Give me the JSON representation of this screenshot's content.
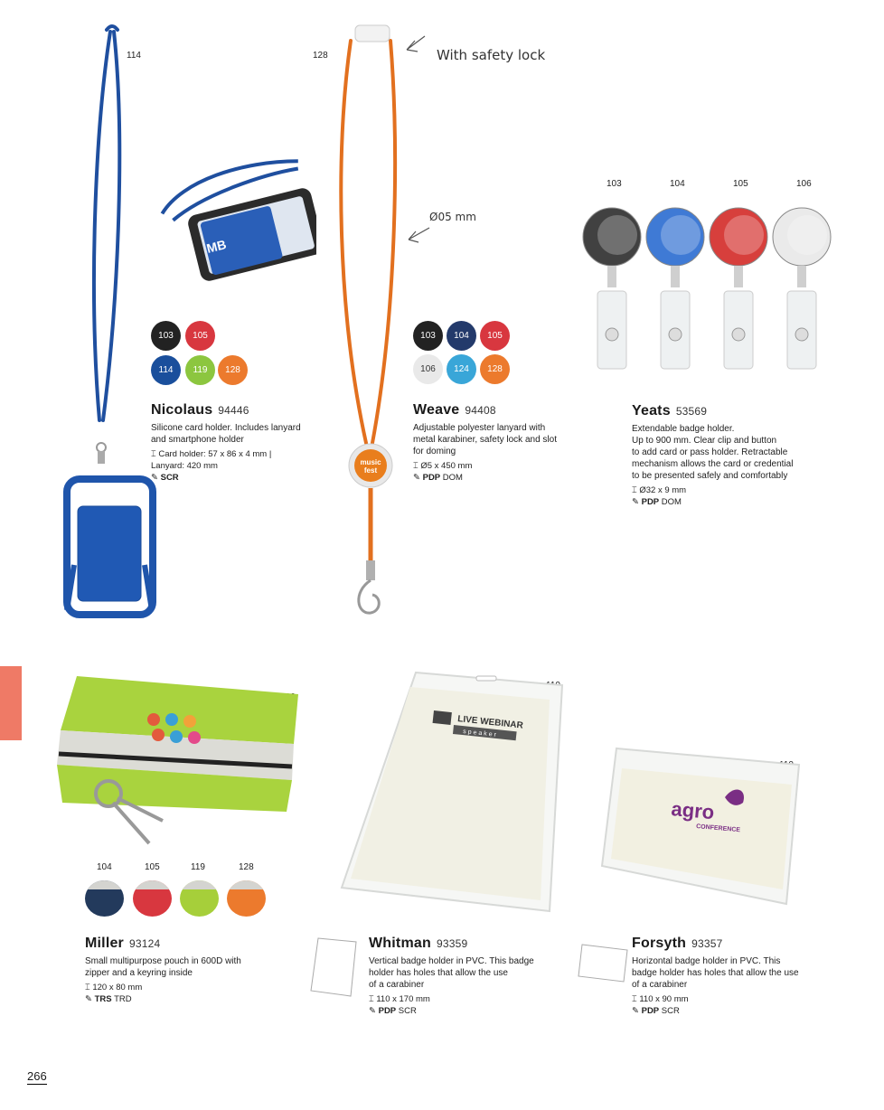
{
  "page_number": "266",
  "callouts": {
    "safety_lock": "With safety lock",
    "diameter": "Ø05 mm"
  },
  "products": {
    "nicolaus": {
      "image_code": "114",
      "phone_text": "MB",
      "name": "Nicolaus",
      "ref": "94446",
      "desc": [
        "Silicone card holder. Includes lanyard",
        "and smartphone holder"
      ],
      "size": [
        "Card holder: 57 x 86 x 4 mm |",
        "Lanyard: 420 mm"
      ],
      "print": "SCR",
      "print_extra": "",
      "swatches": [
        {
          "code": "103",
          "color": "#222222"
        },
        {
          "code": "105",
          "color": "#d8373f"
        },
        {
          "code": "114",
          "color": "#1a4f9c"
        },
        {
          "code": "119",
          "color": "#8cc63f"
        },
        {
          "code": "128",
          "color": "#ec7a2d"
        }
      ]
    },
    "weave": {
      "image_code": "128",
      "badge_text": [
        "music",
        "fest"
      ],
      "name": "Weave",
      "ref": "94408",
      "desc": [
        "Adjustable polyester lanyard with",
        "metal karabiner, safety lock and slot",
        "for doming"
      ],
      "size": "Ø5 x 450 mm",
      "print": "PDP",
      "print_extra": "DOM",
      "swatches": [
        {
          "code": "103",
          "color": "#222222"
        },
        {
          "code": "104",
          "color": "#233a6b"
        },
        {
          "code": "105",
          "color": "#d8373f"
        },
        {
          "code": "106",
          "color": "#e9e9e9"
        },
        {
          "code": "124",
          "color": "#39a6d8"
        },
        {
          "code": "128",
          "color": "#ec7a2d"
        }
      ]
    },
    "yeats": {
      "codes": [
        "103",
        "104",
        "105",
        "106"
      ],
      "colors": [
        "#2c2c2c",
        "#2a6cd0",
        "#d32a27",
        "#e8e8e8"
      ],
      "name": "Yeats",
      "ref": "53569",
      "desc": [
        "Extendable badge holder.",
        "Up to 900 mm. Clear clip and button",
        "to add card or pass holder. Retractable",
        "mechanism allows the card or credential",
        "to be presented safely and comfortably"
      ],
      "size": "Ø32 x 9 mm",
      "print": "PDP",
      "print_extra": "DOM"
    },
    "miller": {
      "image_code": "119",
      "name": "Miller",
      "ref": "93124",
      "desc": [
        "Small multipurpose pouch in 600D with",
        "zipper and a keyring inside"
      ],
      "size": "120 x 80 mm",
      "print": "TRS",
      "print_extra": "TRD",
      "swatches": [
        {
          "code": "104",
          "color": "#233a5c"
        },
        {
          "code": "105",
          "color": "#d8373f"
        },
        {
          "code": "119",
          "color": "#a6cf3a"
        },
        {
          "code": "128",
          "color": "#ec7a2d"
        }
      ]
    },
    "whitman": {
      "image_code": "110",
      "card_text": [
        "LIVE WEBINAR",
        "speaker"
      ],
      "name": "Whitman",
      "ref": "93359",
      "desc": [
        "Vertical badge holder in PVC. This badge",
        "holder has holes that allow the use",
        "of a carabiner"
      ],
      "size": "110 x 170 mm",
      "print": "PDP",
      "print_extra": "SCR"
    },
    "forsyth": {
      "image_code": "110",
      "card_text": [
        "agro",
        "CONFERENCE"
      ],
      "name": "Forsyth",
      "ref": "93357",
      "desc": [
        "Horizontal badge holder in PVC. This",
        "badge holder has holes that allow the use",
        "of a carabiner"
      ],
      "size": "110 x 90 mm",
      "print": "PDP",
      "print_extra": "SCR"
    }
  }
}
